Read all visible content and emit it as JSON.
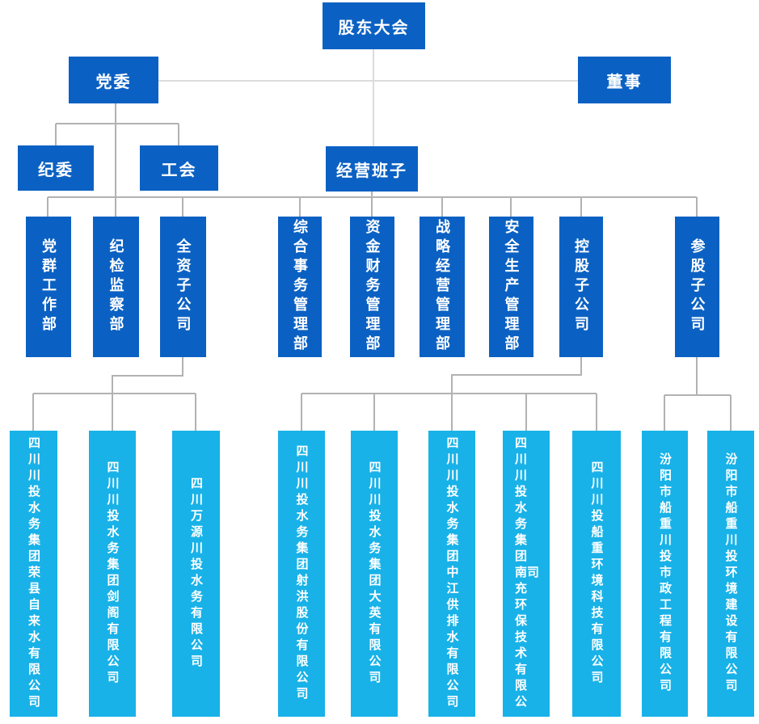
{
  "colors": {
    "primary_blue": "#0b61c3",
    "secondary_blue": "#18b2e8",
    "line_light": "#dcdcdc",
    "line_gray": "#b2b2b2",
    "text_white": "#ffffff"
  },
  "nodes": {
    "shareholders_meeting": "股东大会",
    "party_committee": "党委",
    "directors": "董事",
    "discipline_committee": "纪委",
    "labor_union": "工会",
    "management_team": "经营班子"
  },
  "departments": [
    "党群工作部",
    "纪检监察部",
    "全资子公司",
    "综合事务管理部",
    "资金财务管理部",
    "战略经营管理部",
    "安全生产管理部",
    "控股子公司",
    "参股子公司"
  ],
  "subsidiary_groups": [
    {
      "parent": "全资子公司",
      "items": [
        "四川川投水务集团荣县自来水有限公司",
        "四川川投水务集团剑阁有限公司",
        "四川万源川投水务有限公司"
      ]
    },
    {
      "parent": "控股子公司",
      "items": [
        "四川川投水务集团射洪股份有限公司",
        "四川川投水务集团大英有限公司",
        "四川川投水务集团中江供排水有限公司",
        "四川川投水务集团南充环保技术有限公司",
        "四川川投船重环境科技有限公司"
      ]
    },
    {
      "parent": "参股子公司",
      "items": [
        "汾阳市船重川投市政工程有限公司",
        "汾阳市船重川投环境建设有限公司"
      ]
    }
  ]
}
